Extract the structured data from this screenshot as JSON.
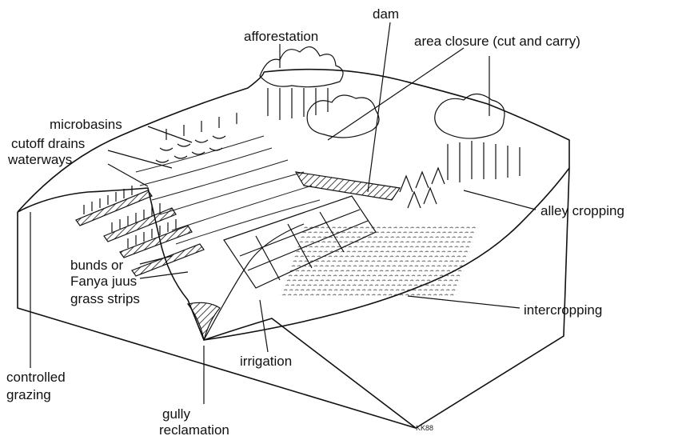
{
  "labels": {
    "dam": "dam",
    "afforestation": "afforestation",
    "area_closure": "area closure (cut and carry)",
    "microbasins": "microbasins",
    "cutoff_drains": "cutoff drains",
    "waterways": "waterways",
    "alley_cropping": "alley cropping",
    "bunds_line1": "bunds or",
    "bunds_line2": "Fanya juus",
    "grass_strips": "grass strips",
    "intercropping": "intercropping",
    "irrigation": "irrigation",
    "controlled_grazing_line1": "controlled",
    "controlled_grazing_line2": "grazing",
    "gully_line1": "gully",
    "gully_line2": "reclamation"
  },
  "signature": "KK88"
}
